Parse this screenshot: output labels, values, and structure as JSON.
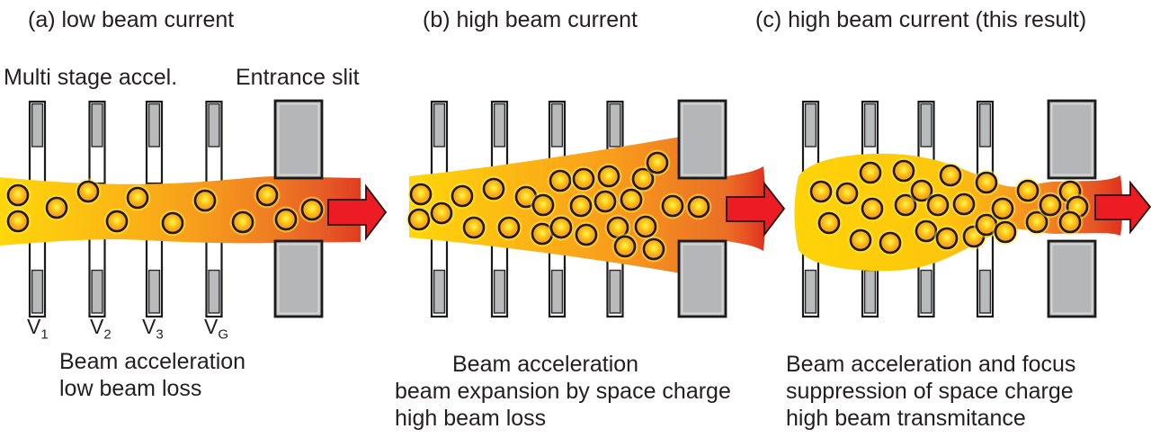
{
  "figure": {
    "panels": [
      {
        "title": "(a) low beam current",
        "top_labels": {
          "accel": "Multi stage accel.",
          "slit": "Entrance slit"
        },
        "electrode_labels": [
          {
            "base": "V",
            "sub": "1"
          },
          {
            "base": "V",
            "sub": "2"
          },
          {
            "base": "V",
            "sub": "3"
          },
          {
            "base": "V",
            "sub": "G"
          }
        ],
        "caption_lines": [
          "Beam acceleration",
          "low beam loss"
        ]
      },
      {
        "title": "(b) high beam current",
        "caption_lines": [
          "Beam acceleration",
          "beam expansion by space charge",
          "high beam loss"
        ]
      },
      {
        "title": "(c) high beam current (this result)",
        "caption_lines": [
          "Beam acceleration and focus",
          "suppression of space charge",
          "high beam transmitance"
        ]
      }
    ],
    "colors": {
      "beam_start": "#ffd70a",
      "beam_mid": "#f89c1c",
      "beam_end": "#e0331e",
      "arrow": "#ed1c24",
      "electrode_fill": "#b9babc",
      "slit_fill": "#b4b6b8",
      "outline": "#1a1a1a"
    }
  }
}
